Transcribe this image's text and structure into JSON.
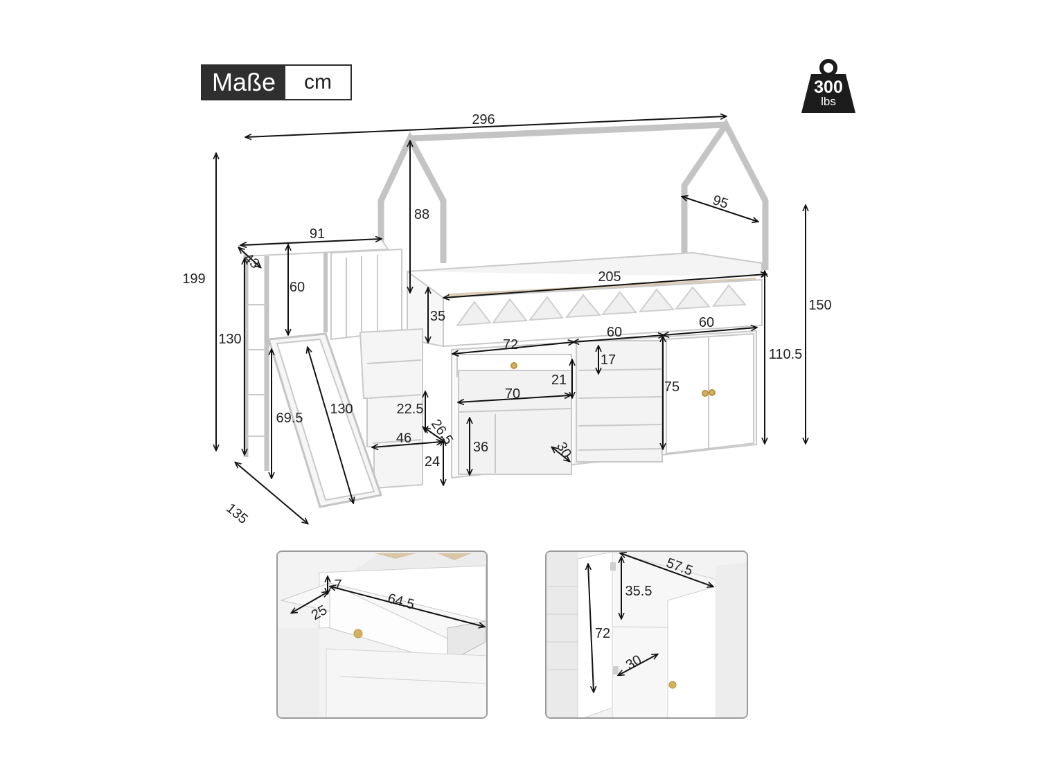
{
  "header": {
    "title": "Maße",
    "unit": "cm"
  },
  "weight_badge": {
    "value": "300",
    "unit": "lbs"
  },
  "dimensions": {
    "total_length": "296",
    "total_height": "199",
    "bed_depth": "135",
    "roof_height": "88",
    "roof_slope": "95",
    "right_height": "150",
    "platform_width": "91",
    "platform_depth": "43",
    "platform_rail": "60",
    "ladder_height": "130",
    "slide_start_height": "69.5",
    "slide_length": "130",
    "guard_height": "35",
    "bed_length": "205",
    "desk_width": "72",
    "shelf_width": "60",
    "cabinet_width": "60",
    "drawer_height": "21",
    "desk_inner_width": "70",
    "top_shelf_height": "17",
    "shelf_height": "75",
    "under_bed_height": "110.5",
    "step_height": "22.5",
    "step_depth": "26.5",
    "step_width": "46",
    "bottom_step": "24",
    "desk_lower_height": "36",
    "shelf_depth": "30"
  },
  "inset_drawer": {
    "height": "7",
    "depth": "25",
    "width": "64.5"
  },
  "inset_cabinet": {
    "width": "57.5",
    "shelf_height": "35.5",
    "inner_height": "72",
    "depth": "30"
  }
}
